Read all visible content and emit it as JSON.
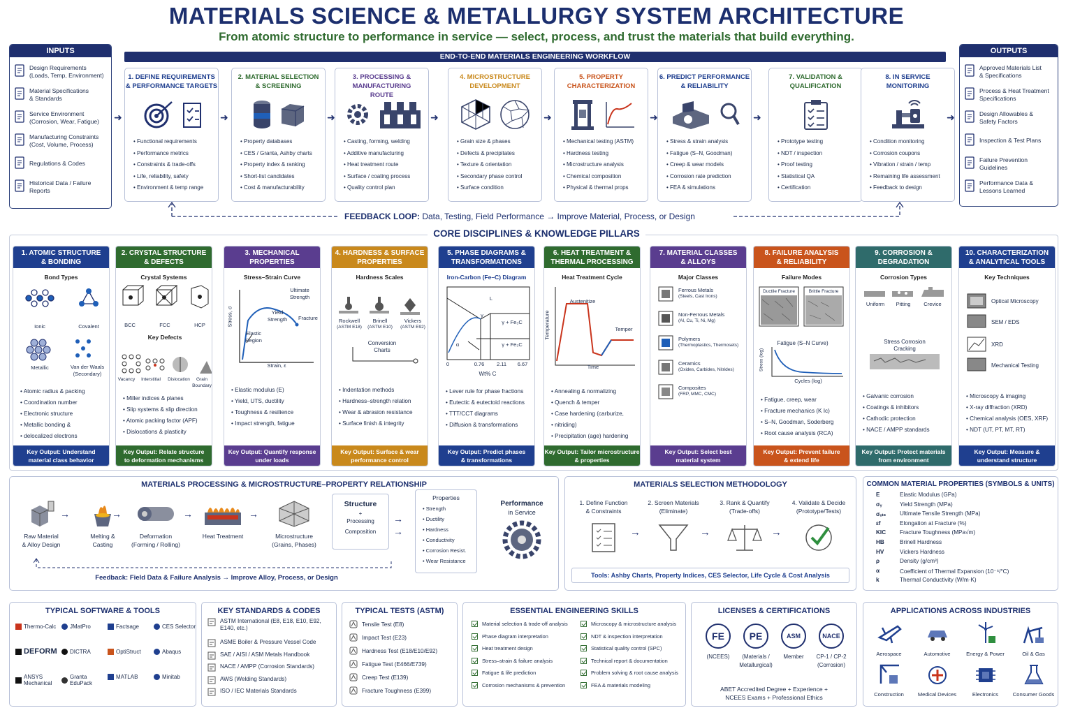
{
  "title": "MATERIALS SCIENCE & METALLURGY SYSTEM ARCHITECTURE",
  "subtitle": "From atomic structure to performance in service — select, process, and trust the materials that build everything.",
  "inputs": {
    "header": "INPUTS",
    "items": [
      {
        "l1": "Design Requirements",
        "l2": "(Loads, Temp, Environment)"
      },
      {
        "l1": "Material Specifications",
        "l2": "& Standards"
      },
      {
        "l1": "Service Environment",
        "l2": "(Corrosion, Wear, Fatigue)"
      },
      {
        "l1": "Manufacturing Constraints",
        "l2": "(Cost, Volume, Process)"
      },
      {
        "l1": "Regulations & Codes",
        "l2": ""
      },
      {
        "l1": "Historical Data / Failure",
        "l2": "Reports"
      }
    ]
  },
  "outputs": {
    "header": "OUTPUTS",
    "items": [
      {
        "l1": "Approved Materials List",
        "l2": "& Specifications"
      },
      {
        "l1": "Process & Heat Treatment",
        "l2": "Specifications"
      },
      {
        "l1": "Design Allowables &",
        "l2": "Safety Factors"
      },
      {
        "l1": "Inspection & Test Plans",
        "l2": ""
      },
      {
        "l1": "Failure Prevention",
        "l2": "Guidelines"
      },
      {
        "l1": "Performance Data &",
        "l2": "Lessons Learned"
      }
    ]
  },
  "workflow": {
    "header": "END-TO-END MATERIALS ENGINEERING WORKFLOW",
    "steps": [
      {
        "t1": "1. DEFINE REQUIREMENTS",
        "t2": "& PERFORMANCE TARGETS",
        "color": "#1f3f8f",
        "items": [
          "Functional requirements",
          "Performance metrics",
          "Constraints & trade-offs",
          "Life, reliability, safety",
          "Environment & temp range"
        ]
      },
      {
        "t1": "2. MATERIAL SELECTION",
        "t2": "& SCREENING",
        "color": "#2f6b2f",
        "items": [
          "Property databases",
          "CES / Granta, Ashby charts",
          "Property index & ranking",
          "Short-list candidates",
          "Cost & manufacturability"
        ]
      },
      {
        "t1": "3. PROCESSING & MANUFACTURING",
        "t2": "ROUTE",
        "color": "#5a3d8f",
        "items": [
          "Casting, forming, welding",
          "Additive manufacturing",
          "Heat treatment route",
          "Surface / coating process",
          "Quality control plan"
        ]
      },
      {
        "t1": "4. MICROSTRUCTURE",
        "t2": "DEVELOPMENT",
        "color": "#c9891c",
        "items": [
          "Grain size & phases",
          "Defects & precipitates",
          "Texture & orientation",
          "Secondary phase control",
          "Surface condition"
        ]
      },
      {
        "t1": "5. PROPERTY",
        "t2": "CHARACTERIZATION",
        "color": "#c9541c",
        "items": [
          "Mechanical testing (ASTM)",
          "Hardness testing",
          "Microstructure analysis",
          "Chemical composition",
          "Physical & thermal props"
        ]
      },
      {
        "t1": "6. PREDICT PERFORMANCE",
        "t2": "& RELIABILITY",
        "color": "#1f3f8f",
        "items": [
          "Stress & strain analysis",
          "Fatigue (S–N, Goodman)",
          "Creep & wear models",
          "Corrosion rate prediction",
          "FEA & simulations"
        ]
      },
      {
        "t1": "7. VALIDATION &",
        "t2": "QUALIFICATION",
        "color": "#2f6b2f",
        "items": [
          "Prototype testing",
          "NDT / inspection",
          "Proof testing",
          "Statistical QA",
          "Certification"
        ]
      },
      {
        "t1": "8. IN SERVICE",
        "t2": "MONITORING",
        "color": "#1f3f8f",
        "items": [
          "Condition monitoring",
          "Corrosion coupons",
          "Vibration / strain / temp",
          "Remaining life assessment",
          "Feedback to design"
        ]
      }
    ],
    "feedback_label": "FEEDBACK LOOP:",
    "feedback_text": "Data, Testing, Field Performance → Improve Material, Process, or Design"
  },
  "pillars_title": "CORE DISCIPLINES & KNOWLEDGE PILLARS",
  "pillars": [
    {
      "t1": "1. ATOMIC STRUCTURE",
      "t2": "& BONDING",
      "color": "#1f3f8f",
      "sub": "Bond Types",
      "labels": [
        "Ionic",
        "Covalent",
        "Metallic",
        "Van der Waals",
        "(Secondary)"
      ],
      "items": [
        "Atomic radius & packing",
        "Coordination number",
        "Electronic structure",
        "Metallic bonding &",
        "delocalized electrons"
      ],
      "key1": "Key Output: Understand",
      "key2": "material class behavior"
    },
    {
      "t1": "2. CRYSTAL STRUCTURE",
      "t2": "& DEFECTS",
      "color": "#2f6b2f",
      "sub": "Crystal Systems",
      "labels": [
        "BCC",
        "FCC",
        "HCP",
        "Key Defects",
        "Vacancy",
        "Interstitial",
        "Dislocation",
        "Grain",
        "Boundary"
      ],
      "items": [
        "Miller indices & planes",
        "Slip systems & slip direction",
        "Atomic packing factor (APF)",
        "Dislocations & plasticity"
      ],
      "key1": "Key Output: Relate structure",
      "key2": "to deformation mechanisms"
    },
    {
      "t1": "3. MECHANICAL",
      "t2": "PROPERTIES",
      "color": "#5a3d8f",
      "sub": "Stress–Strain Curve",
      "labels": [
        "Ultimate",
        "Strength",
        "Yield",
        "Strength",
        "Fracture",
        "Elastic",
        "Region",
        "Strain, ε",
        "Stress, σ"
      ],
      "items": [
        "Elastic modulus (E)",
        "Yield, UTS, ductility",
        "Toughness & resilience",
        "Impact strength, fatigue"
      ],
      "key1": "Key Output: Quantify response",
      "key2": "under loads"
    },
    {
      "t1": "4. HARDNESS & SURFACE",
      "t2": "PROPERTIES",
      "color": "#c9891c",
      "sub": "Hardness Scales",
      "labels": [
        "Rockwell",
        "(ASTM E18)",
        "Brinell",
        "(ASTM E10)",
        "Vickers",
        "(ASTM E92)",
        "Conversion",
        "Charts"
      ],
      "items": [
        "Indentation methods",
        "Hardness–strength relation",
        "Wear & abrasion resistance",
        "Surface finish & integrity"
      ],
      "key1": "Key Output: Surface & wear",
      "key2": "performance control"
    },
    {
      "t1": "5. PHASE DIAGRAMS &",
      "t2": "TRANSFORMATIONS",
      "color": "#1f3f8f",
      "sub": "Iron-Carbon (Fe–C) Diagram",
      "labels": [
        "L",
        "γ",
        "γ + Fe₃C",
        "γ + Fe₃C",
        "0",
        "0.76",
        "2.11",
        "6.67",
        "Wt% C",
        "α"
      ],
      "items": [
        "Lever rule for phase fractions",
        "Eutectic & eutectoid reactions",
        "TTT/CCT diagrams",
        "Diffusion & transformations"
      ],
      "key1": "Key Output: Predict phases",
      "key2": "& transformations"
    },
    {
      "t1": "6. HEAT TREATMENT &",
      "t2": "THERMAL PROCESSING",
      "color": "#2f6b2f",
      "sub": "Heat Treatment Cycle",
      "labels": [
        "Austenitize",
        "Temper",
        "Time",
        "Temperature"
      ],
      "items": [
        "Annealing & normalizing",
        "Quench & temper",
        "Case hardening (carburize,",
        "nitriding)",
        "Precipitation (age) hardening"
      ],
      "key1": "Key Output: Tailor microstructure",
      "key2": "& properties"
    },
    {
      "t1": "7. MATERIAL CLASSES",
      "t2": "& ALLOYS",
      "color": "#5a3d8f",
      "sub": "Major Classes",
      "labels": [
        "Ferrous Metals",
        "(Steels, Cast Irons)",
        "Non-Ferrous Metals",
        "(Al, Cu, Ti, Ni, Mg)",
        "Polymers",
        "(Thermoplastics, Thermosets)",
        "Ceramics",
        "(Oxides, Carbides, Nitrides)",
        "Composites",
        "(FRP, MMC, CMC)"
      ],
      "items": [],
      "key1": "Key Output: Select best",
      "key2": "material system"
    },
    {
      "t1": "8. FAILURE ANALYSIS",
      "t2": "& RELIABILITY",
      "color": "#c9541c",
      "sub": "Failure Modes",
      "labels": [
        "Ductile Fracture",
        "Brittle Fracture",
        "Fatigue (S–N Curve)",
        "Cycles (log)",
        "Stress (log)"
      ],
      "items": [
        "Fatigue, creep, wear",
        "Fracture mechanics (K Ic)",
        "S–N, Goodman, Soderberg",
        "Root cause analysis (RCA)"
      ],
      "key1": "Key Output: Prevent failure",
      "key2": "& extend life"
    },
    {
      "t1": "9. CORROSION &",
      "t2": "DEGRADATION",
      "color": "#2f6b6b",
      "sub": "Corrosion Types",
      "labels": [
        "Uniform",
        "Pitting",
        "Crevice",
        "Stress Corrosion",
        "Cracking"
      ],
      "items": [
        "Galvanic corrosion",
        "Coatings & inhibitors",
        "Cathodic protection",
        "NACE / AMPP standards"
      ],
      "key1": "Key Output: Protect materials",
      "key2": "from environment"
    },
    {
      "t1": "10. CHARACTERIZATION",
      "t2": "& ANALYTICAL TOOLS",
      "color": "#1f3f8f",
      "sub": "Key Techniques",
      "labels": [
        "Optical Microscopy",
        "SEM / EDS",
        "XRD",
        "Mechanical Testing"
      ],
      "items": [
        "Microscopy & imaging",
        "X-ray diffraction (XRD)",
        "Chemical analysis (OES, XRF)",
        "NDT (UT, PT, MT, RT)"
      ],
      "key1": "Key Output: Measure &",
      "key2": "understand structure"
    }
  ],
  "processing": {
    "title": "MATERIALS PROCESSING & MICROSTRUCTURE–PROPERTY RELATIONSHIP",
    "steps": [
      {
        "l1": "Raw Material",
        "l2": "& Alloy Design"
      },
      {
        "l1": "Melting &",
        "l2": "Casting"
      },
      {
        "l1": "Deformation",
        "l2": "(Forming / Rolling)"
      },
      {
        "l1": "Heat Treatment",
        "l2": ""
      },
      {
        "l1": "Microstructure",
        "l2": "(Grains, Phases)"
      }
    ],
    "structure": "Structure",
    "plus": "+",
    "processing": "Processing",
    "composition": "Composition",
    "props_title": "Properties",
    "props": [
      "Strength",
      "Ductility",
      "Hardness",
      "Conductivity",
      "Corrosion Resist.",
      "Wear Resistance"
    ],
    "perf1": "Performance",
    "perf2": "in Service",
    "feedback": "Feedback: Field Data & Failure Analysis → Improve Alloy, Process, or Design"
  },
  "selection": {
    "title": "MATERIALS SELECTION METHODOLOGY",
    "steps": [
      {
        "l1": "1. Define Function",
        "l2": "& Constraints"
      },
      {
        "l1": "2. Screen Materials",
        "l2": "(Eliminate)"
      },
      {
        "l1": "3. Rank & Quantify",
        "l2": "(Trade-offs)"
      },
      {
        "l1": "4. Validate & Decide",
        "l2": "(Prototype/Tests)"
      }
    ],
    "tools": "Tools: Ashby Charts, Property Indices, CES Selector, Life Cycle & Cost Analysis"
  },
  "symbols": {
    "title": "COMMON MATERIAL PROPERTIES (SYMBOLS & UNITS)",
    "rows": [
      {
        "s": "E",
        "d": "Elastic Modulus (GPa)"
      },
      {
        "s": "σᵧ",
        "d": "Yield Strength (MPa)"
      },
      {
        "s": "σᵤₜₛ",
        "d": "Ultimate Tensile Strength (MPa)"
      },
      {
        "s": "εf",
        "d": "Elongation at Fracture (%)"
      },
      {
        "s": "KIC",
        "d": "Fracture Toughness (MPa√m)"
      },
      {
        "s": "HB",
        "d": "Brinell Hardness"
      },
      {
        "s": "HV",
        "d": "Vickers Hardness"
      },
      {
        "s": "ρ",
        "d": "Density (g/cm³)"
      },
      {
        "s": "α",
        "d": "Coefficient of Thermal Expansion (10⁻⁶/°C)"
      },
      {
        "s": "k",
        "d": "Thermal Conductivity (W/m·K)"
      }
    ]
  },
  "software": {
    "title": "TYPICAL SOFTWARE & TOOLS",
    "items": [
      {
        "name": "Thermo-Calc",
        "logo": "thermo-calc-logo"
      },
      {
        "name": "JMatPro",
        "logo": "jmatpro-logo"
      },
      {
        "name": "Factsage",
        "logo": "factsage-logo"
      },
      {
        "name": "CES Selector",
        "logo": "ces-logo"
      },
      {
        "name": "DEFORM",
        "logo": "deform-logo"
      },
      {
        "name": "DICTRA",
        "logo": "dictra-logo"
      },
      {
        "name": "OptiStruct",
        "logo": "optistruct-logo"
      },
      {
        "name": "Abaqus",
        "logo": "abaqus-logo"
      },
      {
        "name": "ANSYS Mechanical",
        "logo": "ansys-logo"
      },
      {
        "name": "Granta EduPack",
        "logo": "granta-logo"
      },
      {
        "name": "MATLAB",
        "logo": "matlab-logo"
      },
      {
        "name": "Minitab",
        "logo": "minitab-logo"
      }
    ]
  },
  "standards": {
    "title": "KEY STANDARDS & CODES",
    "items": [
      {
        "l1": "ASTM International (E8, E18, E10, E92,",
        "l2": "E140, etc.)"
      },
      {
        "l1": "ASME Boiler & Pressure Vessel Code",
        "l2": ""
      },
      {
        "l1": "SAE / AISI / ASM Metals Handbook",
        "l2": ""
      },
      {
        "l1": "NACE / AMPP (Corrosion Standards)",
        "l2": ""
      },
      {
        "l1": "AWS (Welding Standards)",
        "l2": ""
      },
      {
        "l1": "ISO / IEC Materials Standards",
        "l2": ""
      }
    ]
  },
  "tests": {
    "title": "TYPICAL TESTS (ASTM)",
    "items": [
      "Tensile Test (E8)",
      "Impact Test (E23)",
      "Hardness Test (E18/E10/E92)",
      "Fatigue Test (E466/E739)",
      "Creep Test (E139)",
      "Fracture Toughness (E399)"
    ]
  },
  "skills": {
    "title": "ESSENTIAL ENGINEERING SKILLS",
    "left": [
      "Material selection & trade-off analysis",
      "Phase diagram interpretation",
      "Heat treatment design",
      "Stress–strain & failure analysis",
      "Fatigue & life prediction",
      "Corrosion mechanisms & prevention"
    ],
    "right": [
      "Microscopy & microstructure analysis",
      "NDT & inspection interpretation",
      "Statistical quality control (SPC)",
      "Technical report & documentation",
      "Problem solving & root cause analysis",
      "FEA & materials modeling"
    ]
  },
  "licenses": {
    "title": "LICENSES & CERTIFICATIONS",
    "items": [
      {
        "badge": "FE",
        "l1": "(NCEES)",
        "l2": ""
      },
      {
        "badge": "PE",
        "l1": "(Materials /",
        "l2": "Metallurgical)"
      },
      {
        "badge": "ASM",
        "l1": "Member",
        "l2": ""
      },
      {
        "badge": "NACE",
        "l1": "CP-1 / CP-2",
        "l2": "(Corrosion)"
      }
    ],
    "note1": "ABET Accredited Degree + Experience +",
    "note2": "NCEES Exams + Professional Ethics"
  },
  "apps": {
    "title": "APPLICATIONS ACROSS INDUSTRIES",
    "items": [
      {
        "name": "Aerospace",
        "icon": "airplane-icon"
      },
      {
        "name": "Automotive",
        "icon": "car-icon"
      },
      {
        "name": "Energy & Power",
        "icon": "wind-turbine-icon"
      },
      {
        "name": "Oil & Gas",
        "icon": "pumpjack-icon"
      },
      {
        "name": "Construction",
        "icon": "crane-icon"
      },
      {
        "name": "Medical Devices",
        "icon": "medical-icon"
      },
      {
        "name": "Electronics",
        "icon": "chip-icon"
      },
      {
        "name": "Consumer Goods",
        "icon": "flask-icon"
      }
    ]
  },
  "colors": {
    "navy": "#1f2f6e",
    "green": "#2f6b2f",
    "purple": "#5a3d8f",
    "gold": "#c9891c",
    "orange": "#c9541c",
    "teal": "#2f6b6b"
  }
}
